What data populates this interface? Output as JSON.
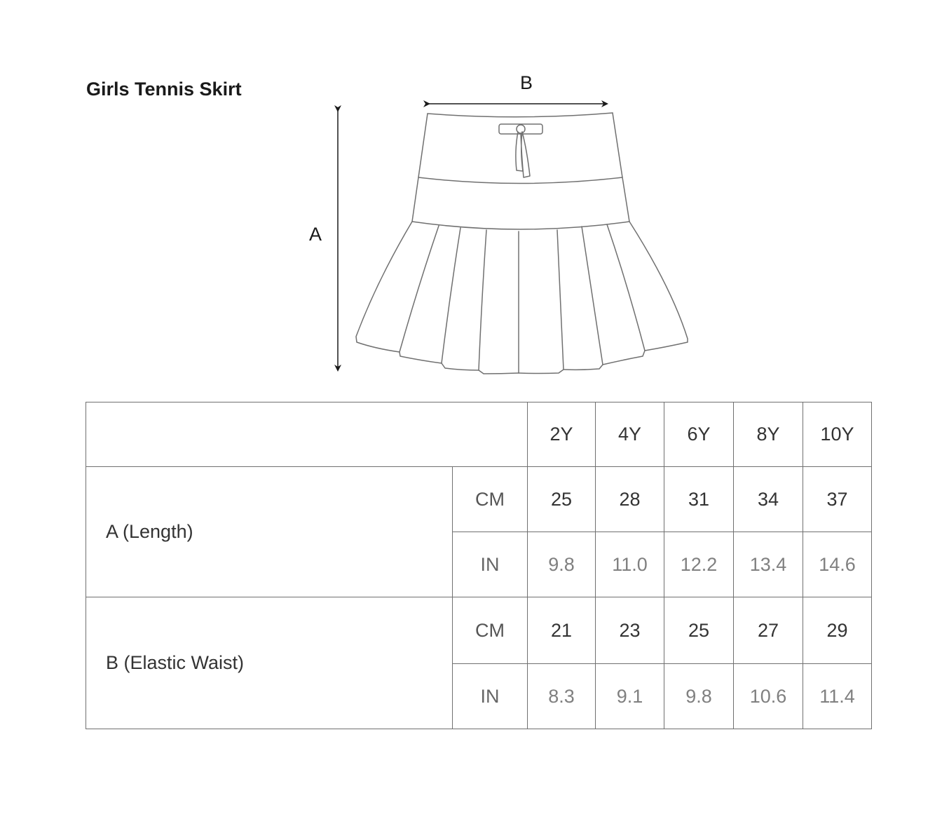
{
  "title": "Girls Tennis Skirt",
  "diagram": {
    "label_a": "A",
    "label_b": "B",
    "stroke_color": "#707070",
    "arrow_color": "#1a1a1a"
  },
  "table": {
    "sizes": [
      "2Y",
      "4Y",
      "6Y",
      "8Y",
      "10Y"
    ],
    "rows": [
      {
        "measure": "A (Length)",
        "cm_label": "CM",
        "cm": [
          "25",
          "28",
          "31",
          "34",
          "37"
        ],
        "in_label": "IN",
        "in": [
          "9.8",
          "11.0",
          "12.2",
          "13.4",
          "14.6"
        ]
      },
      {
        "measure": "B (Elastic Waist)",
        "cm_label": "CM",
        "cm": [
          "21",
          "23",
          "25",
          "27",
          "29"
        ],
        "in_label": "IN",
        "in": [
          "8.3",
          "9.1",
          "9.8",
          "10.6",
          "11.4"
        ]
      }
    ]
  },
  "colors": {
    "border": "#707070",
    "text_dark": "#333333",
    "text_inch": "#808080"
  }
}
